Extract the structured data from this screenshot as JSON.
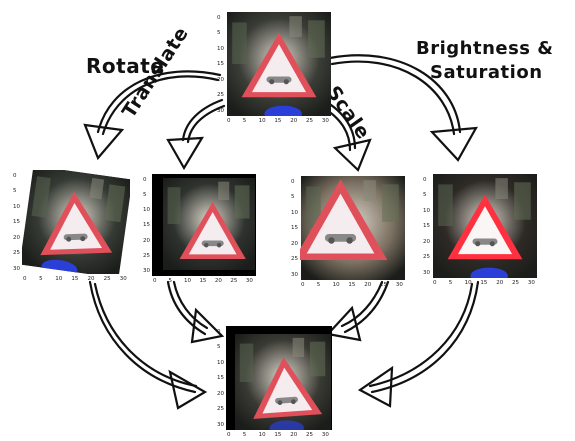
{
  "labels": {
    "rotate": "Rotate",
    "translate": "Translate",
    "scale": "Scale",
    "brightness_line1": "Brightness &",
    "brightness_line2": "Saturation"
  },
  "axis_ticks": {
    "x": [
      "0",
      "5",
      "10",
      "15",
      "20",
      "25",
      "30"
    ],
    "y": [
      "0",
      "5",
      "10",
      "15",
      "20",
      "25",
      "30"
    ]
  },
  "panels": [
    "original",
    "rotated",
    "translated",
    "scaled",
    "brightness-saturation",
    "combined"
  ],
  "colors": {
    "sign_border": "#e0505a",
    "sign_fill": "#f4ecee",
    "background_dark": "#2a2e2a",
    "blue_pole": "#2a3fd8",
    "arrow_stroke": "#111111"
  },
  "icons": [
    "sketch-arrow-icon"
  ]
}
